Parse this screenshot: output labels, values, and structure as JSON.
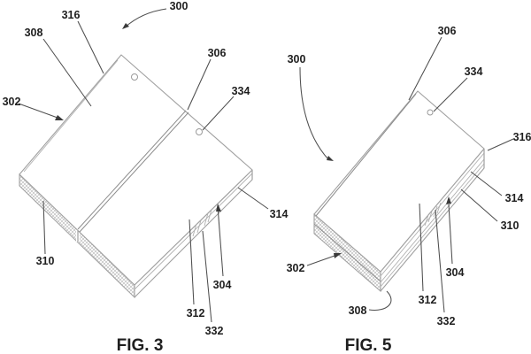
{
  "sheet": {
    "type": "patent-line-drawing",
    "background": "#ffffff"
  },
  "colors": {
    "figure_line": "#a0a0a0",
    "detail_line": "#b0b0b0",
    "leader_line": "#4e4e4e",
    "label_text": "#1f1f1f",
    "hatch_line": "#b5b5b5"
  },
  "fig3": {
    "caption": "FIG. 3",
    "labels": {
      "l300": "300",
      "l302": "302",
      "l304": "304",
      "l306": "306",
      "l308": "308",
      "l310": "310",
      "l312": "312",
      "l314": "314",
      "l316": "316",
      "l332": "332",
      "l334": "334"
    }
  },
  "fig5": {
    "caption": "FIG. 5",
    "labels": {
      "l300": "300",
      "l302": "302",
      "l304": "304",
      "l306": "306",
      "l308": "308",
      "l310": "310",
      "l312": "312",
      "l314": "314",
      "l316": "316",
      "l332": "332",
      "l334": "334"
    }
  }
}
